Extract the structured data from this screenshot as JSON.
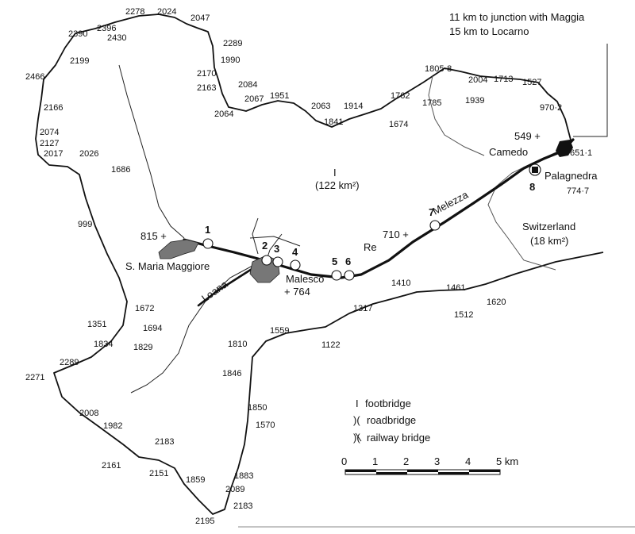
{
  "distance_note": [
    "11 km to junction with Maggia",
    "15 km to Locarno"
  ],
  "area_labels": {
    "italy_marker": "I",
    "italy_area": "(122 km²)",
    "switzerland": "Switzerland",
    "switzerland_area": "(18 km²)"
  },
  "places": {
    "santa_maria": "S. Maria Maggiore",
    "malesco": "Malesco",
    "re": "Re",
    "camedo": "Camedo",
    "palagnedra": "Palagnedra"
  },
  "rivers": {
    "melezza": "Melezza",
    "loana": "Loana"
  },
  "spot_heights": {
    "sm": "815 +",
    "malesco": "+ 764",
    "re": "710 +",
    "camedo": "549 +",
    "palagnedra_a": "651·1",
    "palagnedra_b": "774·7"
  },
  "elevations": [
    "2278",
    "2024",
    "2047",
    "2396",
    "2430",
    "2390",
    "2289",
    "1990",
    "2199",
    "2170",
    "2163",
    "2466",
    "2084",
    "2067",
    "1951",
    "2063",
    "1914",
    "1762",
    "1805·8",
    "2004",
    "1713",
    "1527",
    "1785",
    "1939",
    "2166",
    "2064",
    "1841",
    "1674",
    "970·2",
    "2074",
    "2127",
    "2017",
    "2026",
    "1686",
    "999",
    "1672",
    "1694",
    "1351",
    "1834",
    "1829",
    "2289",
    "2271",
    "2008",
    "1982",
    "2183",
    "2161",
    "2151",
    "1859",
    "1883",
    "2089",
    "2183",
    "2195",
    "1810",
    "1559",
    "1846",
    "1122",
    "1850",
    "1570",
    "1317",
    "1410",
    "1461",
    "1620",
    "1512"
  ],
  "bridge_numbers": [
    "1",
    "2",
    "3",
    "4",
    "5",
    "6",
    "7",
    "8"
  ],
  "legend": {
    "footbridge": "footbridge",
    "roadbridge": "roadbridge",
    "railway": "railway bridge",
    "footbridge_symbol": "I",
    "roadbridge_symbol": ")(",
    "railway_symbol": ")(",
    "scale_ticks": [
      "0",
      "1",
      "2",
      "3",
      "4",
      "5 km"
    ]
  }
}
